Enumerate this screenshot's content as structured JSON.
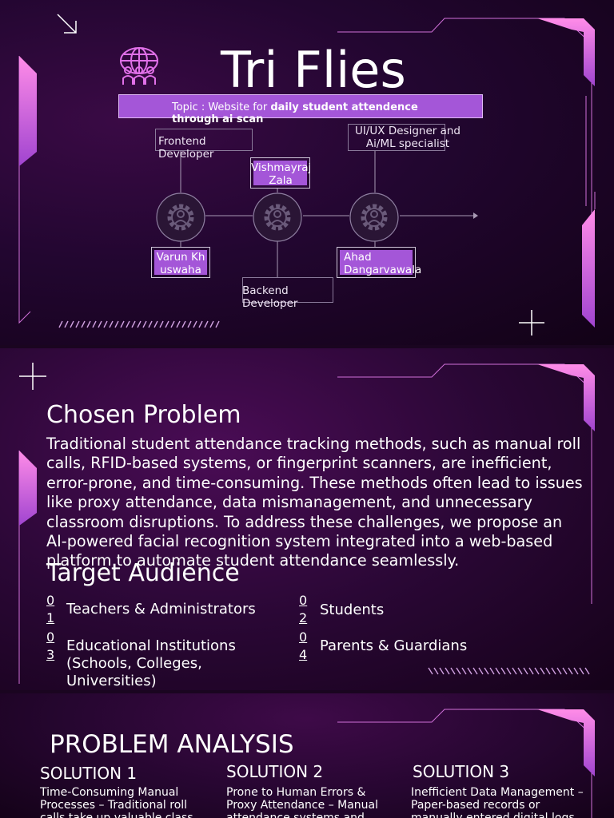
{
  "slide1": {
    "title": "Tri Flies",
    "topic_prefix": "Topic : Website for ",
    "topic_bold": "daily student attendence through ai scan",
    "roles": {
      "frontend": "Frontend Developer",
      "uiux": "UI/UX Designer and Ai/ML specialist",
      "backend": "Backend Developer"
    },
    "members": {
      "vishmayraj": "Vishmayraj Zala",
      "varun": "Varun Khuswaha",
      "ahad": "Ahad Dangarvawala"
    },
    "icons": [
      "globe-team-icon",
      "gear-person-icon"
    ]
  },
  "slide2": {
    "chosen_title": "Chosen Problem",
    "chosen_text": "Traditional student attendance tracking methods, such as manual roll calls, RFID-based systems, or fingerprint scanners, are inefficient, error-prone, and time-consuming. These methods often lead to issues like proxy attendance, data mismanagement, and unnecessary classroom disruptions. To address these challenges, we propose an AI-powered facial recognition system integrated into a web-based platform to automate student attendance seamlessly.",
    "target_title": "Target Audience",
    "audience": [
      {
        "num": "01",
        "label": "Teachers & Administrators"
      },
      {
        "num": "02",
        "label": "Students"
      },
      {
        "num": "03",
        "label": "Educational Institutions (Schools, Colleges, Universities)"
      },
      {
        "num": "04",
        "label": "Parents & Guardians"
      }
    ]
  },
  "slide3": {
    "title": "PROBLEM ANALYSIS",
    "solutions": [
      {
        "heading": "SOLUTION 1",
        "text": "Time-Consuming Manual Processes – Traditional roll calls take up valuable class time."
      },
      {
        "heading": "SOLUTION 2",
        "text": "Prone to Human Errors & Proxy Attendance – Manual attendance systems and RFID cards can be misused."
      },
      {
        "heading": "SOLUTION 3",
        "text": "Inefficient Data Management – Paper-based records or manually entered digital logs are hard to maintain."
      }
    ]
  },
  "colors": {
    "accent": "#a456d8",
    "pink": "#ff7ae0",
    "outline": "#d070d8"
  }
}
